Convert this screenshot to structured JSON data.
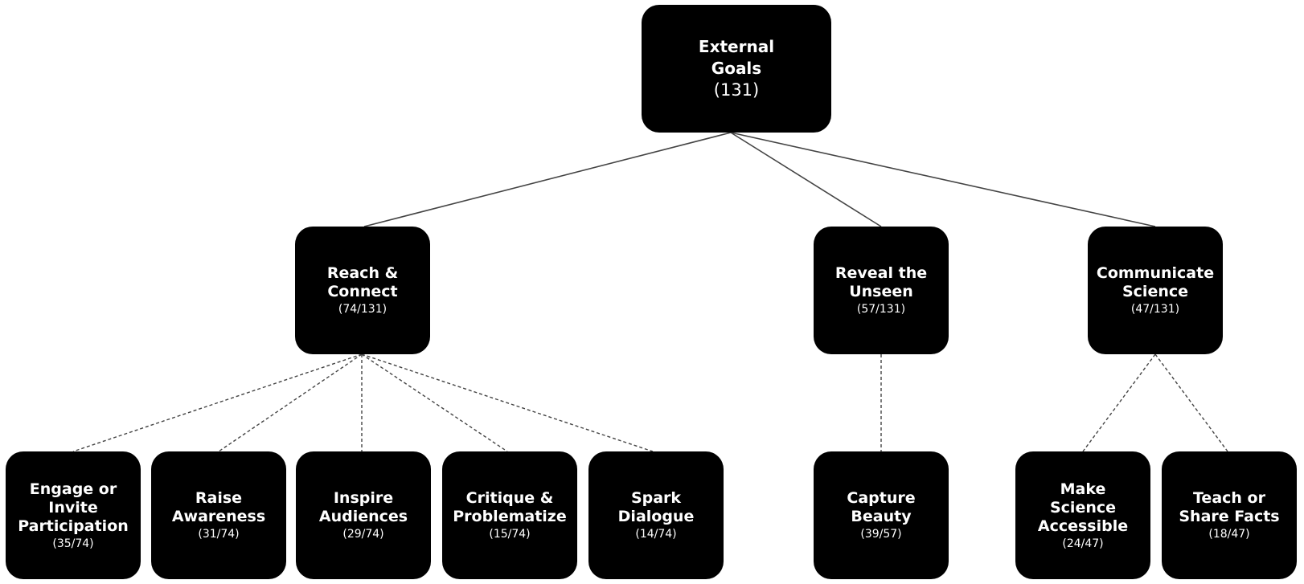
{
  "root": {
    "label_lines": [
      "External",
      "Goals"
    ],
    "count": "(131)"
  },
  "level1": [
    {
      "label_lines": [
        "Reach &",
        "Connect"
      ],
      "count": "(74/131)"
    },
    {
      "label_lines": [
        "Reveal the",
        "Unseen"
      ],
      "count": "(57/131)"
    },
    {
      "label_lines": [
        "Communicate",
        "Science"
      ],
      "count": "(47/131)"
    }
  ],
  "level2": [
    {
      "label_lines": [
        "Engage or",
        "Invite",
        "Participation"
      ],
      "count": "(35/74)"
    },
    {
      "label_lines": [
        "Raise",
        "Awareness"
      ],
      "count": "(31/74)"
    },
    {
      "label_lines": [
        "Inspire",
        "Audiences"
      ],
      "count": "(29/74)"
    },
    {
      "label_lines": [
        "Critique &",
        "Problematize"
      ],
      "count": "(15/74)"
    },
    {
      "label_lines": [
        "Spark",
        "Dialogue"
      ],
      "count": "(14/74)"
    },
    {
      "label_lines": [
        "Capture",
        "Beauty"
      ],
      "count": "(39/57)"
    },
    {
      "label_lines": [
        "Make",
        "Science",
        "Accessible"
      ],
      "count": "(24/47)"
    },
    {
      "label_lines": [
        "Teach or",
        "Share Facts"
      ],
      "count": "(18/47)"
    }
  ]
}
